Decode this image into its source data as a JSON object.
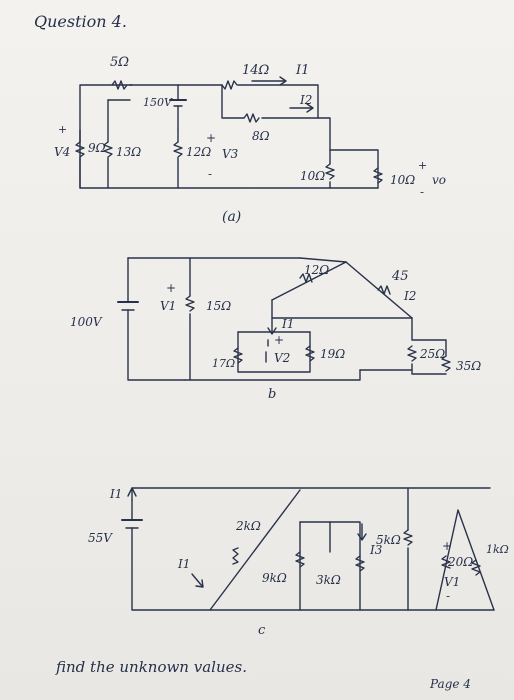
{
  "header": {
    "title": "Question 4."
  },
  "circuit_a": {
    "caption": "(a)",
    "labels": {
      "r5": "5Ω",
      "v150": "150V",
      "r14": "14Ω",
      "i1": "I1",
      "i2": "I2",
      "r8": "8Ω",
      "v4": "V4",
      "r9": "9Ω",
      "r13": "13Ω",
      "r12": "12Ω",
      "v3": "V3",
      "r10a": "10Ω",
      "r10b": "10Ω",
      "vo": "vo",
      "plus": "+",
      "minus": "-"
    }
  },
  "circuit_b": {
    "caption": "b",
    "labels": {
      "v100": "100V",
      "v1": "V1",
      "r15": "15Ω",
      "r12": "12Ω",
      "r45": "45",
      "i2": "I2",
      "i1": "I1",
      "r17": "17Ω",
      "v2": "V2",
      "r19": "19Ω",
      "r25": "25Ω",
      "r35": "35Ω",
      "plus": "+",
      "minus": "-"
    }
  },
  "circuit_c": {
    "caption": "c",
    "labels": {
      "i1": "I1",
      "v55": "55V",
      "r2k": "2kΩ",
      "r9k": "9kΩ",
      "r3k": "3kΩ",
      "i3": "I3",
      "r5k": "5kΩ",
      "r20": "20Ω",
      "r1k": "1kΩ",
      "v1": "V1",
      "plus": "+",
      "minus": "-"
    }
  },
  "footer": {
    "instruction": "find the unknown values.",
    "page": "Page 4"
  }
}
